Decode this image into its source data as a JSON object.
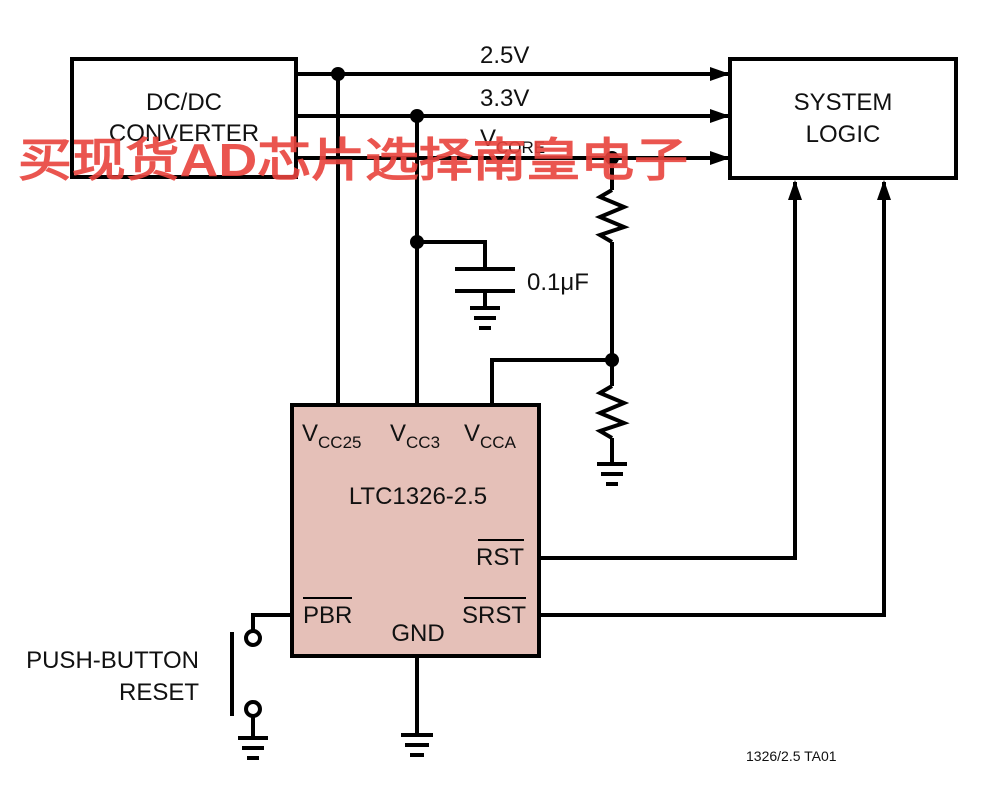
{
  "blocks": {
    "dcdc": [
      "DC/DC",
      "CONVERTER"
    ],
    "system": [
      "SYSTEM",
      "LOGIC"
    ],
    "chip": "LTC1326-2.5"
  },
  "rails": {
    "v25": "2.5V",
    "v33": "3.3V",
    "vcore_main": "V",
    "vcore_sub": "CORE"
  },
  "pins": {
    "vcc25_main": "V",
    "vcc25_sub": "CC25",
    "vcc3_main": "V",
    "vcc3_sub": "CC3",
    "vcca_main": "V",
    "vcca_sub": "CCA",
    "rst": "RST",
    "srst": "SRST",
    "pbr": "PBR",
    "gnd": "GND"
  },
  "components": {
    "capacitor": "0.1μF"
  },
  "switch": [
    "PUSH-BUTTON",
    "RESET"
  ],
  "figure_id": "1326/2.5 TA01",
  "watermark": "买现货AD芯片选择南皇电子",
  "colors": {
    "chip_fill": "#e5c0b8",
    "wire": "#000000",
    "watermark": "#e8433d"
  }
}
